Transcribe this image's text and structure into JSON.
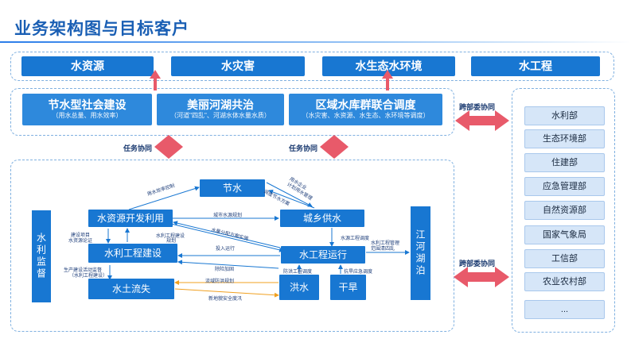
{
  "title": "业务架构图与目标客户",
  "top_row": [
    "水资源",
    "水灾害",
    "水生态水环境",
    "水工程"
  ],
  "mid_row": [
    {
      "title": "节水型社会建设",
      "sub": "（用水总量、用水效率）"
    },
    {
      "title": "美丽河湖共治",
      "sub": "（河道\"四乱\"、河湖水体水量水质）"
    },
    {
      "title": "区域水库群联合调度",
      "sub": "（水灾害、水资源、水生态、水环境等调度）"
    }
  ],
  "task_label": "任务协同",
  "cross_label": "跨部委协同",
  "departments": [
    "水利部",
    "生态环境部",
    "住建部",
    "应急管理部",
    "自然资源部",
    "国家气象局",
    "工信部",
    "农业农村部",
    "..."
  ],
  "left_col": "水利监督",
  "right_col": "江河湖泊",
  "nodes": {
    "jieshui": "节水",
    "kaifa": "水资源开发利用",
    "gongshui": "城乡供水",
    "jianshe": "水利工程建设",
    "yunxing": "水工程运行",
    "liushi": "水土流失",
    "hongshui": "洪水",
    "ganhan": "干旱"
  },
  "edge_labels": {
    "e1": "用水效率控制",
    "e2": "用水企业",
    "e3": "计划用水管理",
    "e4": "调度节水方案",
    "e5": "城市水源规划",
    "e6": "建设项目",
    "e7": "水资源论证",
    "e8": "水利工程建设",
    "e9": "规划",
    "e10": "水量分配方案实施",
    "e11": "水源工程调度",
    "e12": "水利工程管理",
    "e13": "范围清四乱",
    "e14": "投入运行",
    "e15": "生产建设活动监督",
    "e16": "（水利工程建设）",
    "e17": "除险加固",
    "e18": "防洪工程调度",
    "e19": "抗旱应急调度",
    "e20": "流域防洪规划",
    "e21": "新地貌安全度汛"
  },
  "colors": {
    "primary": "#1877d2",
    "accent": "#e85a6a",
    "side": "#d6e6f8"
  }
}
